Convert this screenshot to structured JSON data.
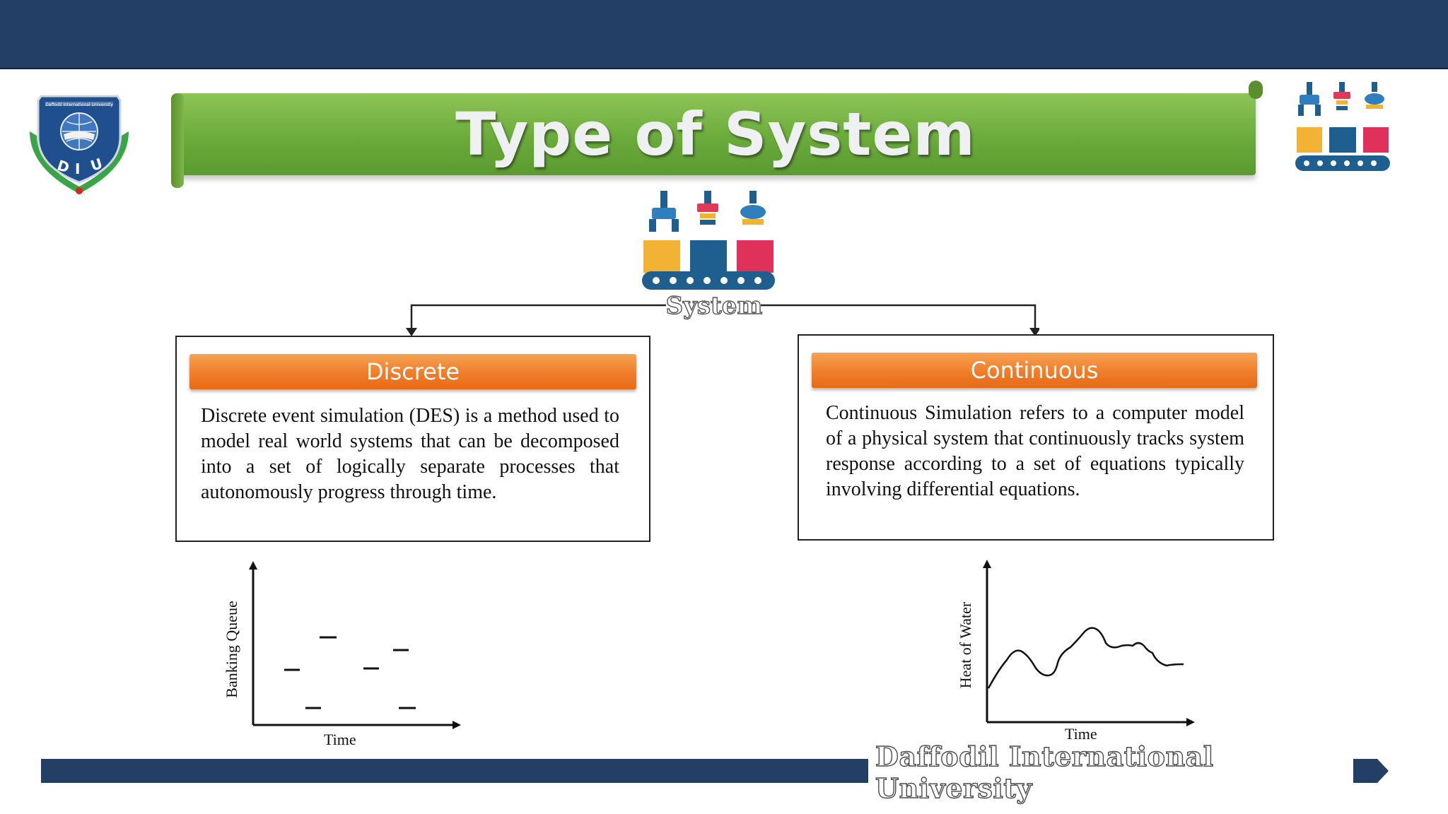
{
  "header": {
    "band_color": "#233f66"
  },
  "logo": {
    "icon": "diu-crest-logo-icon",
    "text": "Daffodil International University",
    "letters": "DIU"
  },
  "title": {
    "text": "Type of System",
    "banner_color": "#6aab3b"
  },
  "diagram": {
    "root_label": "System",
    "root_icon": "robot-arm-conveyor-icon",
    "left": {
      "heading": "Discrete",
      "body": "Discrete event simulation (DES) is a method used to model real world systems that can be decomposed into a set of logically separate processes that autonomously progress through time.",
      "graph": {
        "ylabel": "Banking Queue",
        "xlabel": "Time"
      }
    },
    "right": {
      "heading": "Continuous",
      "body": "Continuous Simulation refers to a computer model of a physical system that continuously tracks system response according to a set of equations typically involving differential equations.",
      "graph": {
        "ylabel": "Heat of Water",
        "xlabel": "Time"
      }
    },
    "accent_color": "#ef7d2a"
  },
  "footer": {
    "university": "Daffodil International University",
    "next_icon": "next-arrow-icon",
    "bar_color": "#233f66"
  }
}
